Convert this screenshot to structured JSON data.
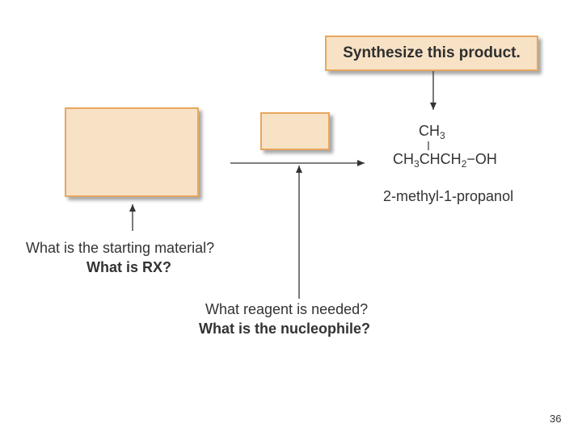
{
  "product_prompt": "Synthesize this product.",
  "structure": {
    "top_group": "CH",
    "top_sub": "3",
    "chain_a": "CH",
    "chain_a_sub": "3",
    "chain_b": "CHCH",
    "chain_b_sub": "2",
    "chain_c": "−OH"
  },
  "product_name": "2-methyl-1-propanol",
  "starting_material": {
    "question": "What is the starting material?",
    "answer_prompt": "What is RX?"
  },
  "reagent": {
    "question": "What reagent is needed?",
    "answer_prompt": "What is the nucleophile?"
  },
  "page_number": "36",
  "colors": {
    "box_fill": "#f7e2c6",
    "box_border": "#e8a75e"
  }
}
